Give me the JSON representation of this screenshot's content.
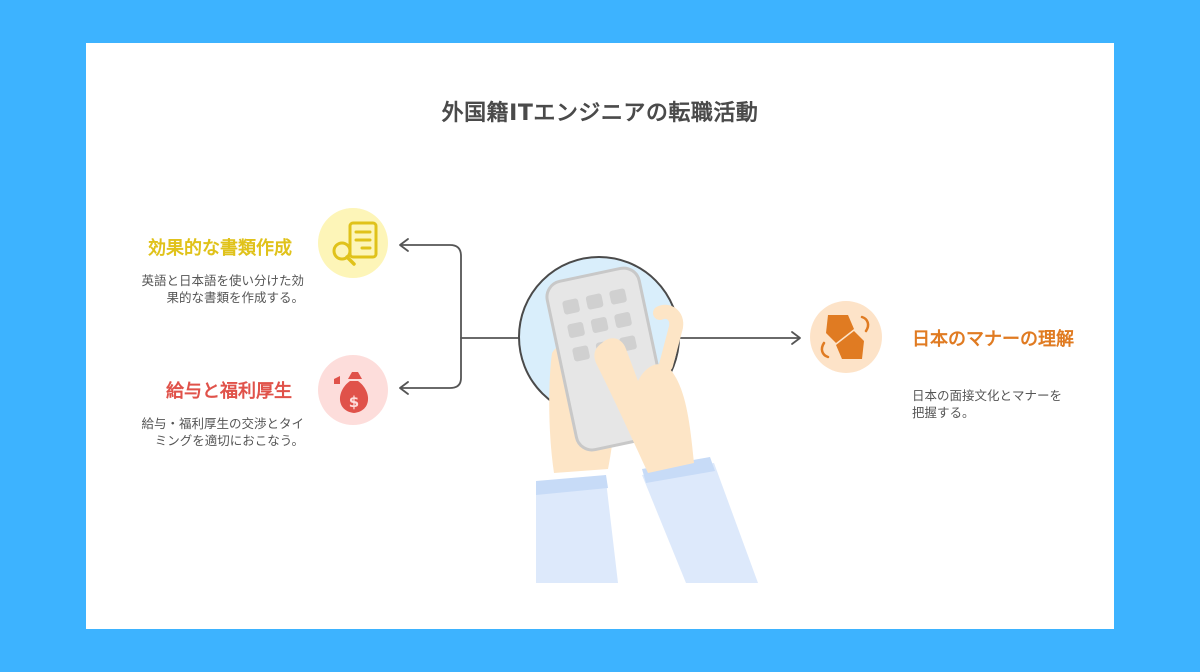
{
  "title": "外国籍ITエンジニアの転職活動",
  "items": [
    {
      "heading": "効果的な書類作成",
      "description": "英語と日本語を使い分けた効果的な書類を作成する。",
      "icon": "document-search-icon",
      "color": "#e0c21a",
      "bg": "#fdf5b8"
    },
    {
      "heading": "給与と福利厚生",
      "description": "給与・福利厚生の交渉とタイミングを適切におこなう。",
      "icon": "money-bag-icon",
      "color": "#e0524a",
      "bg": "#fddddb"
    },
    {
      "heading": "日本のマナーの理解",
      "description": "日本の面接文化とマナーを把握する。",
      "icon": "handshake-icon",
      "color": "#e07b22",
      "bg": "#fde3c8"
    }
  ],
  "center_icon": "hand-holding-phone-icon"
}
